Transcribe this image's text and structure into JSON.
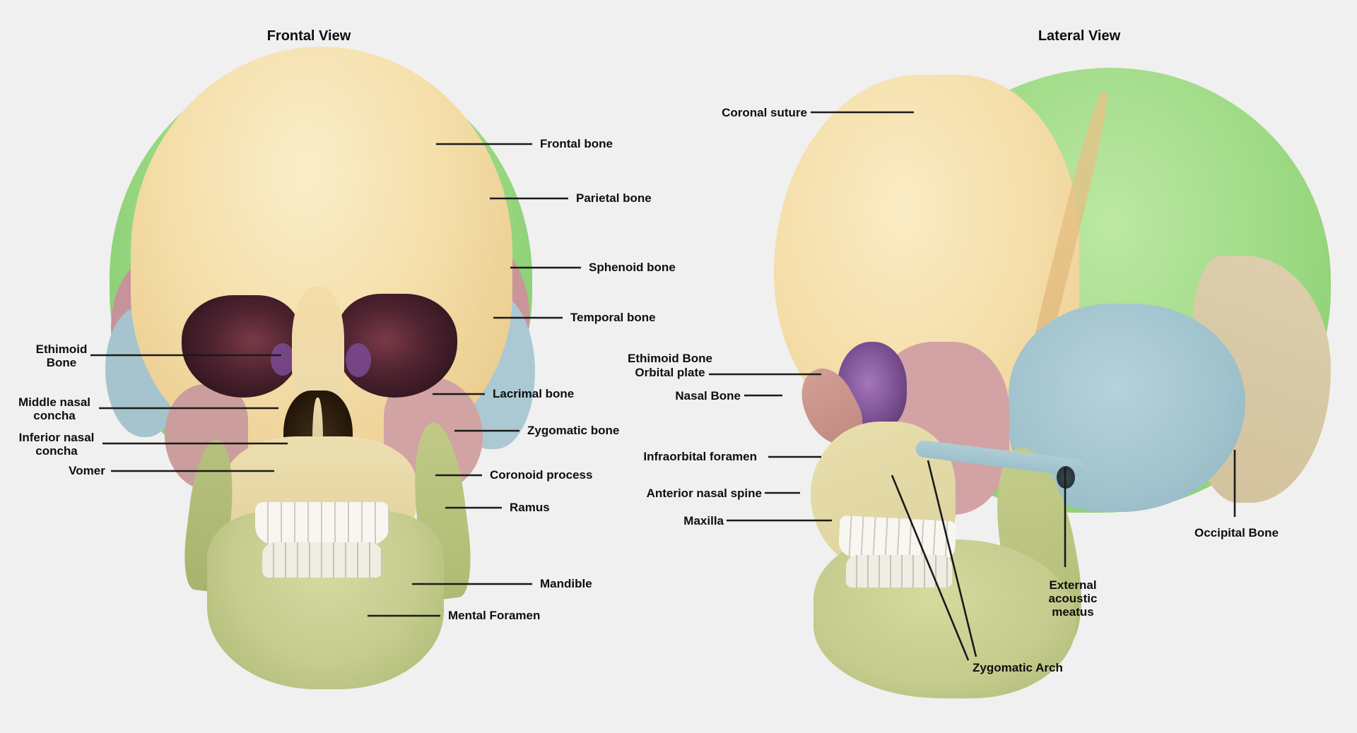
{
  "page": {
    "background_color": "#f0f0f0",
    "label_text_color": "#0e0e0e",
    "leader_line_color": "#1a1a1a"
  },
  "frontal_view": {
    "title": "Frontal View",
    "labels": {
      "frontal_bone": "Frontal bone",
      "parietal_bone": "Parietal bone",
      "sphenoid_bone": "Sphenoid bone",
      "temporal_bone": "Temporal bone",
      "lacrimal_bone": "Lacrimal bone",
      "zygomatic_bone": "Zygomatic bone",
      "coronoid_process": "Coronoid process",
      "ramus": "Ramus",
      "mandible": "Mandible",
      "mental_foramen": "Mental Foramen",
      "ethimoid_bone": "Ethimoid\nBone",
      "middle_nasal_concha": "Middle nasal\nconcha",
      "inferior_nasal_concha": "Inferior nasal\nconcha",
      "vomer": "Vomer"
    }
  },
  "lateral_view": {
    "title": "Lateral View",
    "labels": {
      "coronal_suture": "Coronal suture",
      "ethimoid_bone_orbital_plate": "Ethimoid Bone\nOrbital plate",
      "nasal_bone": "Nasal Bone",
      "infraorbital_foramen": "Infraorbital foramen",
      "anterior_nasal_spine": "Anterior nasal spine",
      "maxilla": "Maxilla",
      "occipital_bone": "Occipital Bone",
      "external_acoustic_meatus": "External\nacoustic\nmeatus",
      "zygomatic_arch": "Zygomatic Arch"
    }
  },
  "palette": {
    "frontal_bone": "#f5dfab",
    "parietal_bone": "#9ad983",
    "temporal_bone": "#a0c3cd",
    "sphenoid_zygomatic_bone": "#cb9d9d",
    "occipital_bone": "#d8c9a7",
    "maxilla": "#e6dcae",
    "mandible": "#c5cc8e",
    "orbital_plate_purple": "#7d4a94",
    "teeth": "#f8f6f1"
  }
}
